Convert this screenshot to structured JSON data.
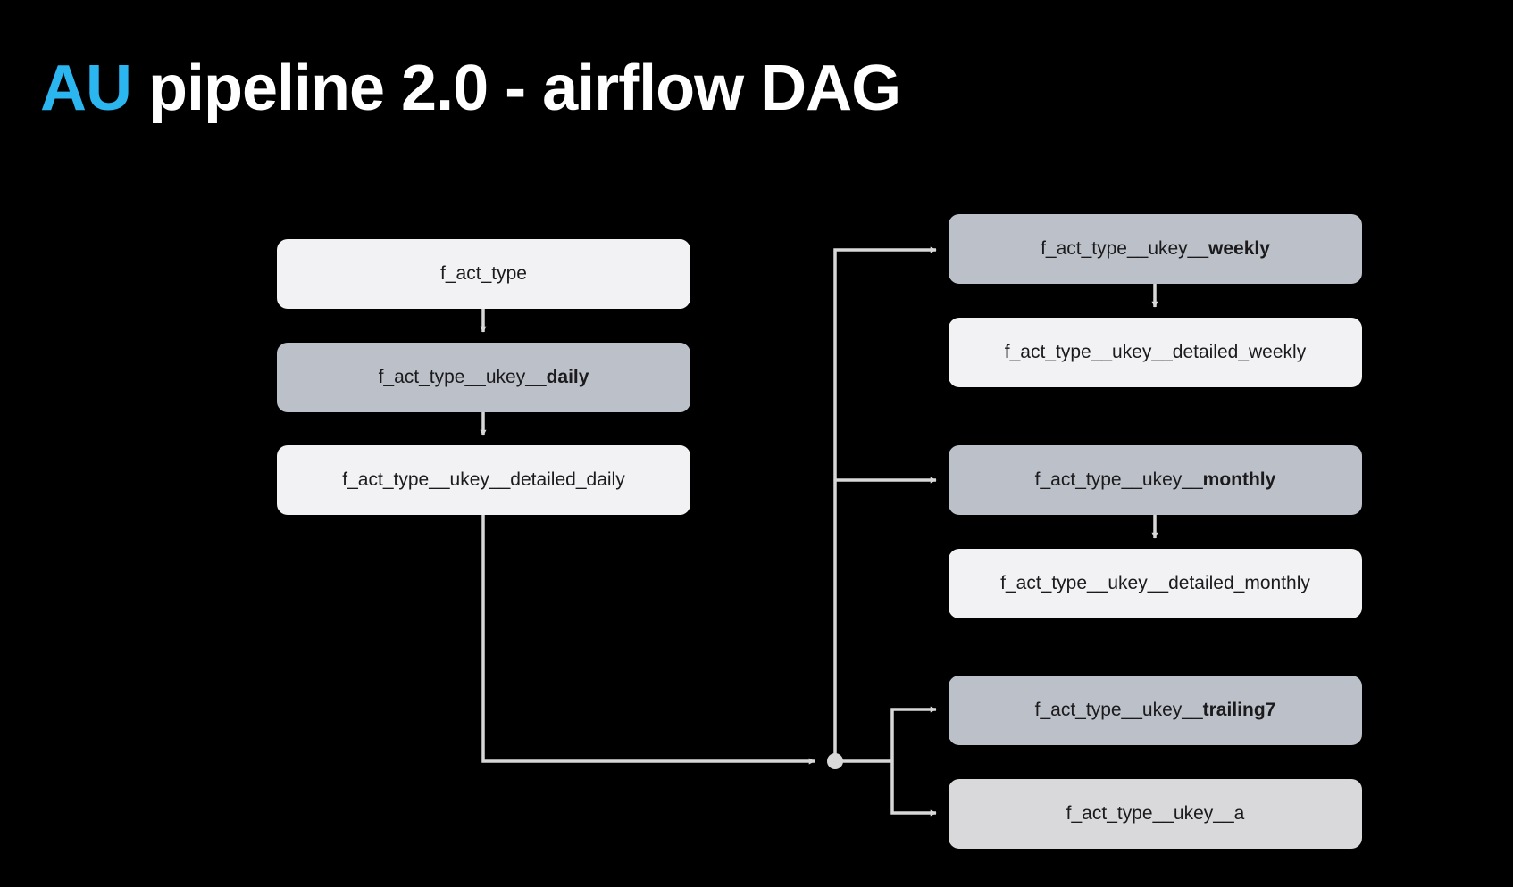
{
  "title": {
    "accent": "AU",
    "rest": "pipeline 2.0 - airflow DAG",
    "accent_color": "#2bb6f0"
  },
  "nodes": {
    "act_type": {
      "prefix": "f_act_type",
      "suffix": ""
    },
    "daily": {
      "prefix": "f_act_type__ukey__",
      "suffix": "daily"
    },
    "detailed_daily": {
      "prefix": "f_act_type__ukey__detailed_daily",
      "suffix": ""
    },
    "weekly": {
      "prefix": "f_act_type__ukey__",
      "suffix": "weekly"
    },
    "detailed_weekly": {
      "prefix": "f_act_type__ukey__detailed_weekly",
      "suffix": ""
    },
    "monthly": {
      "prefix": "f_act_type__ukey__",
      "suffix": "monthly"
    },
    "detailed_monthly": {
      "prefix": "f_act_type__ukey__detailed_monthly",
      "suffix": ""
    },
    "trailing7": {
      "prefix": "f_act_type__ukey__",
      "suffix": "trailing7"
    },
    "a": {
      "prefix": "f_act_type__ukey__a",
      "suffix": ""
    }
  },
  "colors": {
    "background": "#000000",
    "node_light": "#f2f2f4",
    "node_dark": "#bcc0c8",
    "node_mid": "#d9d9dc",
    "connector": "#d8d8d8"
  }
}
